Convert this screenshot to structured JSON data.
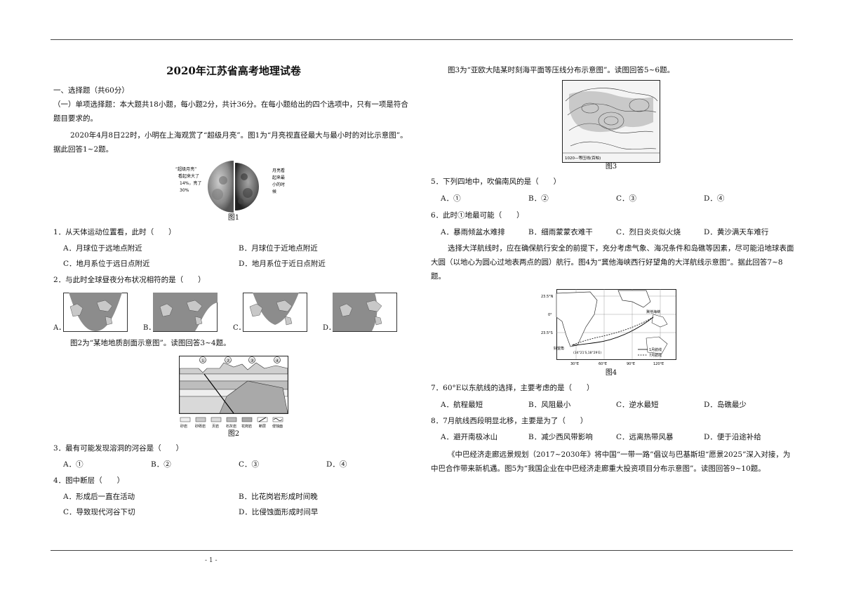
{
  "title": "2020年江苏省高考地理试卷",
  "section1": "一、选择题（共60分）",
  "section1_sub": "（一）单项选择题：本大题共18小题，每小题2分，共计36分。在每小题给出的四个选项中，只有一项是符合",
  "section1_sub2": "题目要求的。",
  "intro1_a": "2020年4月8日22时，小明在上海观赏了“超级月亮”。图1为“月亮视直径最大与最小时的对比示意图”。",
  "intro1_b": "据此回答1~2题。",
  "fig1": {
    "left_label": [
      "“超级月亮”",
      "看起来大了",
      "14%，亮了",
      "30%"
    ],
    "right_label": [
      "月亮看",
      "起来最",
      "小的时",
      "候"
    ],
    "caption": "图1"
  },
  "q1": {
    "stem": "1．从天体运动位置看，此时（　　）",
    "A": "A．月球位于远地点附近",
    "B": "B．月球位于近地点附近",
    "C": "C．地月系位于远日点附近",
    "D": "D．地月系位于近日点附近"
  },
  "q2": {
    "stem": "2．与此时全球昼夜分布状况相符的是（　　）",
    "A": "A．",
    "B": "B．",
    "C": "C．",
    "D": "D．"
  },
  "intro2": "图2为“某地地质剖面示意图”。读图回答3~4题。",
  "fig2": {
    "markers": [
      "①",
      "②",
      "③",
      "④"
    ],
    "legend": [
      "砂岩",
      "砂砾岩",
      "页岩",
      "石灰岩",
      "花岗岩",
      "断层",
      "侵蚀面"
    ],
    "caption": "图2"
  },
  "q3": {
    "stem": "3．最有可能发现溶洞的河谷是（　　）",
    "A": "A．①",
    "B": "B．②",
    "C": "C．③",
    "D": "D．④"
  },
  "q4": {
    "stem": "4．图中断层（　　）",
    "A": "A．形成后一直在活动",
    "B": "B．比花岗岩形成时间晚",
    "C": "C．导致现代河谷下切",
    "D": "D．比侵蚀面形成时间早"
  },
  "intro3": "图3为“亚欧大陆某时刻海平面等压线分布示意图”。读图回答5~6题。",
  "fig3": {
    "legend": "1020—等压线(百帕)",
    "caption": "图3"
  },
  "q5": {
    "stem": "5．下列四地中，吹偏南风的是（　　）",
    "A": "A．①",
    "B": "B．②",
    "C": "C．③",
    "D": "D．④"
  },
  "q6": {
    "stem": "6．此时①地最可能（　　）",
    "A": "A．暴雨倾盆水难排",
    "B": "B．细雨蒙蒙衣难干",
    "C": "C．烈日炎炎似火烧",
    "D": "D．黄沙满天车难行"
  },
  "intro4_a": "选择大洋航线时，应在确保航行安全的前提下，充分考虑气象、海况条件和岛礁等因素，尽可能沿地球表面",
  "intro4_b": "大圆（以地心为圆心过地表两点的圆）航行。图4为“冀他海峡西行好望角的大洋航线示意图”。据此回答7~8",
  "intro4_c": "题。",
  "fig4": {
    "lat_labels": [
      "23.5°N",
      "0°",
      "23.5°S"
    ],
    "lon_labels": [
      "30°E",
      "60°E",
      "90°E",
      "120°E"
    ],
    "place_a": "冀他海峡",
    "place_b": "好望角",
    "coord": "(34°21′S,18°29′E)",
    "route1": "1月航线",
    "route2": "7月航线",
    "caption": "图4"
  },
  "q7": {
    "stem": "7．60°E以东航线的选择，主要考虑的是（　　）",
    "A": "A．航程最短",
    "B": "B．风阻最小",
    "C": "C．逆水最短",
    "D": "D．岛礁最少"
  },
  "q8": {
    "stem": "8．7月航线西段明显北移，主要是为了（　　）",
    "A": "A．避开南极冰山",
    "B": "B．减少西风带影响",
    "C": "C．远离热带风暴",
    "D": "D．便于沿途补给"
  },
  "intro5_a": "《中巴经济走廊远景规划（2017~2030年》将中国“一带一路”倡议与巴基斯坦“愿景2025”深入对接，为",
  "intro5_b": "中巴合作带来新机遇。图5为“我国企业在中巴经济走廊重大投资项目分布示意图”。读图回答9~10题。",
  "page_number": "- 1 -"
}
